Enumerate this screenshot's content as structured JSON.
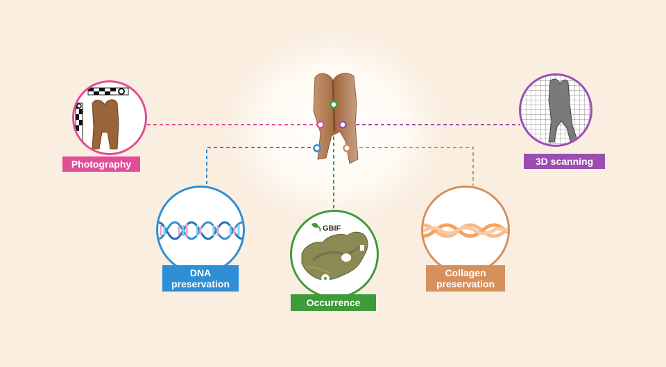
{
  "nodes": {
    "photography": {
      "label": "Photography",
      "color": "#e04e96"
    },
    "scanning": {
      "label": "3D scanning",
      "color": "#9b4db0"
    },
    "dna": {
      "label_line1": "DNA",
      "label_line2": "preservation",
      "color": "#2e8fd6"
    },
    "occurrence": {
      "label": "Occurrence",
      "color": "#3f9a3a",
      "logo_text": "GBIF"
    },
    "collagen": {
      "label_line1": "Collagen",
      "label_line2": "preservation",
      "color": "#d5905c"
    }
  },
  "colors": {
    "background": "#f9eee0",
    "tooth": "#a87045",
    "scan_gray": "#7a7a7a",
    "dna_pink": "#f3a6c8",
    "dna_blue": "#7fd0ee",
    "collagen_orange": "#f4a25c"
  },
  "icons": [
    "tooth-specimen-icon",
    "scale-bar-icon",
    "dna-helix-icon",
    "map-pin-icon",
    "gbif-logo-icon",
    "collagen-helix-icon"
  ]
}
